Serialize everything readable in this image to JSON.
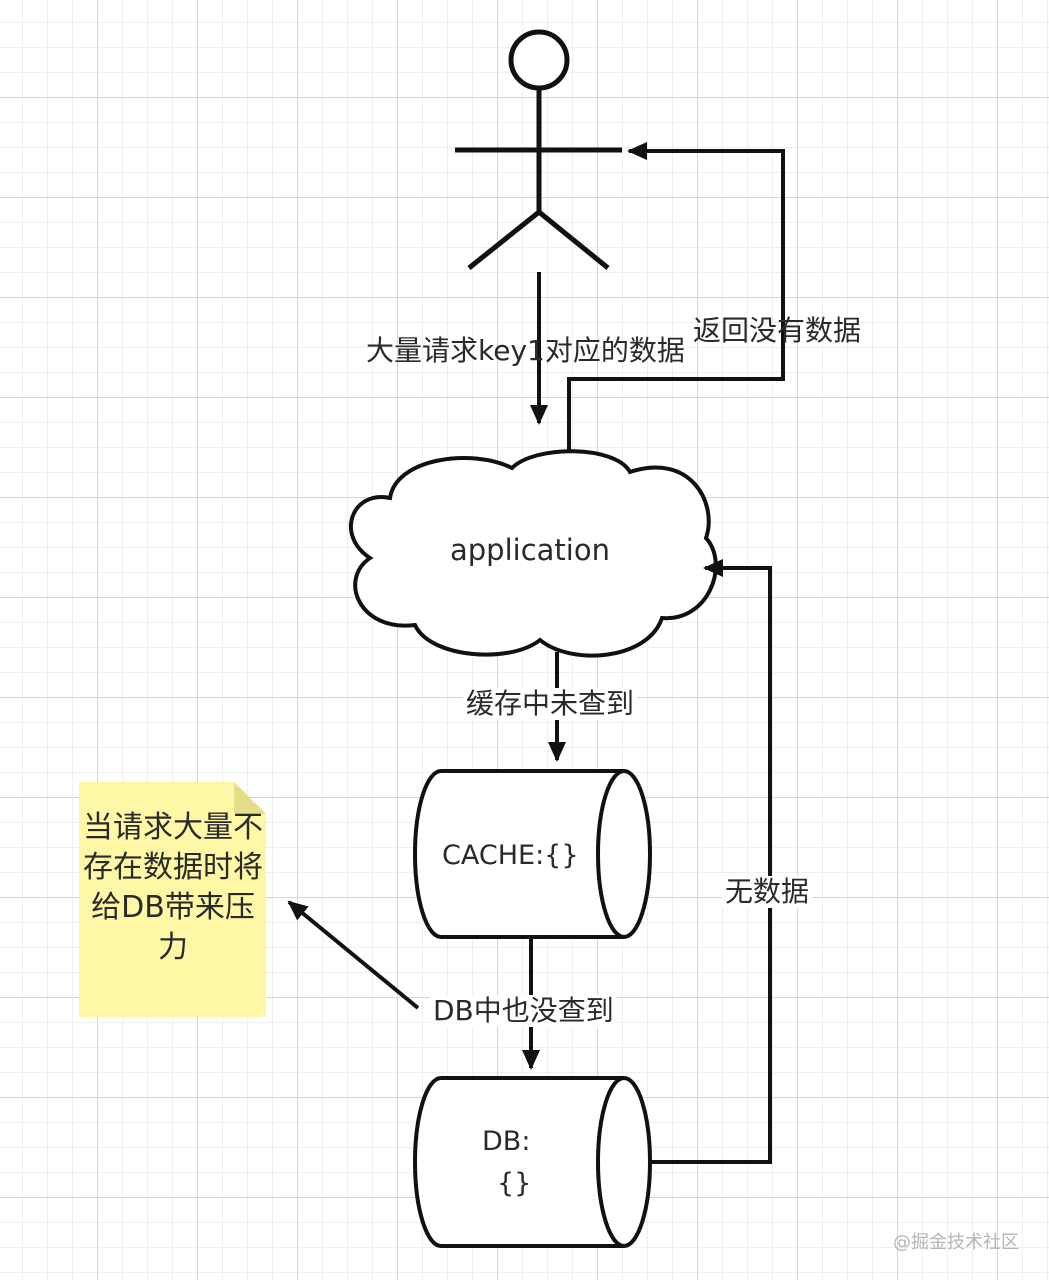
{
  "labels": {
    "request_edge": "大量请求key1对应的数据",
    "return_edge": "返回没有数据",
    "application": "application",
    "cache_miss_edge": "缓存中未查到",
    "cache": "CACHE:{}",
    "db_miss_edge": "DB中也没查到",
    "db_line1": "DB:",
    "db_line2": "{}",
    "no_data_edge": "无数据"
  },
  "note": {
    "text": "当请求大量不存在数据时将给DB带来压力",
    "color": "#fdf7a6"
  },
  "watermark": "@掘金技术社区"
}
